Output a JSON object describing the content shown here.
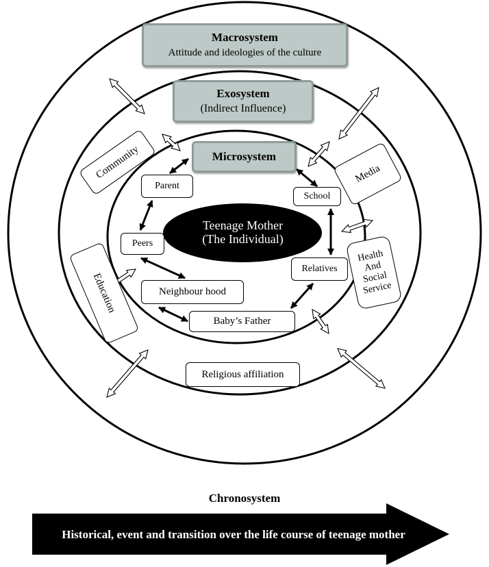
{
  "macrosystem": {
    "title": "Macrosystem",
    "subtitle": "Attitude and ideologies of the culture"
  },
  "exosystem": {
    "title": "Exosystem",
    "subtitle": "(Indirect Influence)"
  },
  "microsystem": {
    "title": "Microsystem"
  },
  "individual": {
    "line1": "Teenage Mother",
    "line2": "(The Individual)"
  },
  "micro_nodes": {
    "parent": "Parent",
    "school": "School",
    "peers": "Peers",
    "relatives": "Relatives",
    "neighbourhood": "Neighbour hood",
    "babys_father": "Baby’s Father"
  },
  "exo_nodes": {
    "community": "Community",
    "media": "Media",
    "health": [
      "Health",
      "And",
      "Social",
      "Service"
    ],
    "education": "Education",
    "religious": "Religious affiliation"
  },
  "chronosystem": {
    "title": "Chronosystem",
    "description": "Historical, event and transition over the life course of teenage mother"
  },
  "colors": {
    "system_box_fill": "#bdc9c7",
    "system_box_border": "#8e9c9a",
    "individual_fill": "#000000",
    "arrow_fill": "#000000"
  }
}
